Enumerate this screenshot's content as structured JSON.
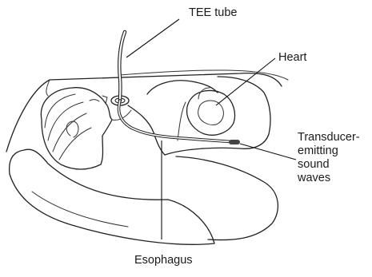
{
  "labels": {
    "tee_tube": "TEE tube",
    "heart": "Heart",
    "transducer": [
      "Transducer-",
      "emitting",
      "sound",
      "waves"
    ],
    "esophagus": "Esophagus"
  }
}
